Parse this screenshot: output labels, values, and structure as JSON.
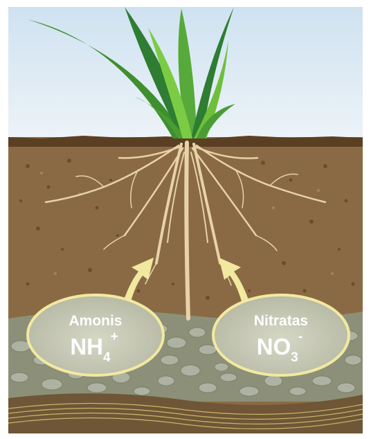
{
  "colors": {
    "sky_top": "#d7e7f3",
    "sky_bottom": "#eef4f8",
    "soil": "#8a6a45",
    "soil_dark": "#6b4d2e",
    "topsoil_edge": "#5a3f23",
    "gravel_bg": "#8c9078",
    "pebble": "#aeb2a2",
    "bedrock": "#6e5636",
    "leaf_dark": "#2e7d32",
    "leaf_light": "#6fbf3a",
    "root": "#e8d3a8",
    "arrow": "#f2e9a0",
    "bubble_fill": "#c9cbb8",
    "bubble_edge": "#f2e9a0"
  },
  "ions": [
    {
      "name": "Amonis",
      "symbol": "NH",
      "subscript": "4",
      "superscript": "+"
    },
    {
      "name": "Nitratas",
      "symbol": "NO",
      "subscript": "3",
      "superscript": "-"
    }
  ]
}
